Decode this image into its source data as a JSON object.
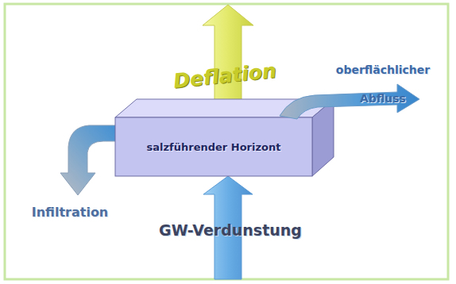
{
  "diagram": {
    "nodes": [
      {
        "text": [
          "salzführender Horizont"
        ]
      }
    ],
    "labels": [
      "Deflation",
      "oberflächlicher Abfluss",
      "Infiltration",
      "GW-Verdunstung"
    ]
  }
}
